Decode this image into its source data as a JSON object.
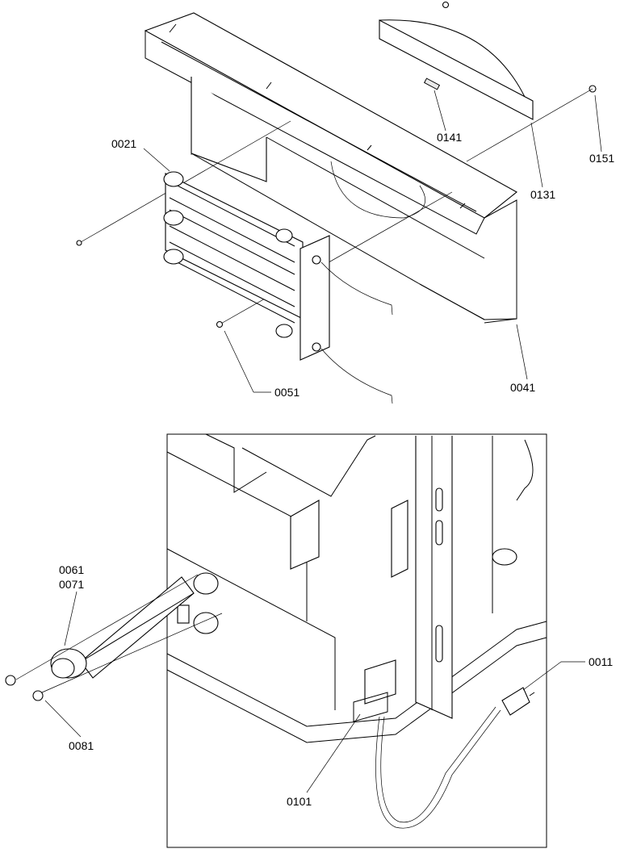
{
  "callouts": {
    "c0021": "0021",
    "c0141": "0141",
    "c0151": "0151",
    "c0131": "0131",
    "c0051": "0051",
    "c0041": "0041",
    "c0061": "0061",
    "c0071": "0071",
    "c0081": "0081",
    "c0011": "0011",
    "c0101": "0101"
  }
}
